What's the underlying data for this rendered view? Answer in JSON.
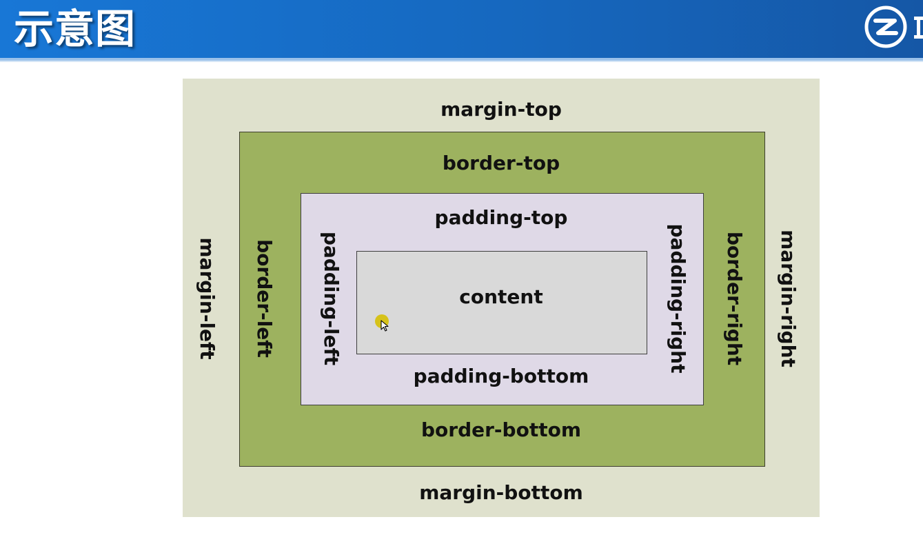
{
  "header": {
    "title": "示意图",
    "logo_icon": "circle-z-logo-icon",
    "background_color": "#1668bf"
  },
  "diagram": {
    "margin": {
      "top": "margin-top",
      "bottom": "margin-bottom",
      "left": "margin-left",
      "right": "margin-right",
      "color": "#dfe1cd"
    },
    "border": {
      "top": "border-top",
      "bottom": "border-bottom",
      "left": "border-left",
      "right": "border-right",
      "color": "#9db25f"
    },
    "padding": {
      "top": "padding-top",
      "bottom": "padding-bottom",
      "left": "padding-left",
      "right": "padding-right",
      "color": "#dfd9e7"
    },
    "content": {
      "label": "content",
      "color": "#d9d9d9"
    }
  },
  "cursor": {
    "icon": "mouse-pointer-icon",
    "highlight_color": "#d6c21a"
  }
}
